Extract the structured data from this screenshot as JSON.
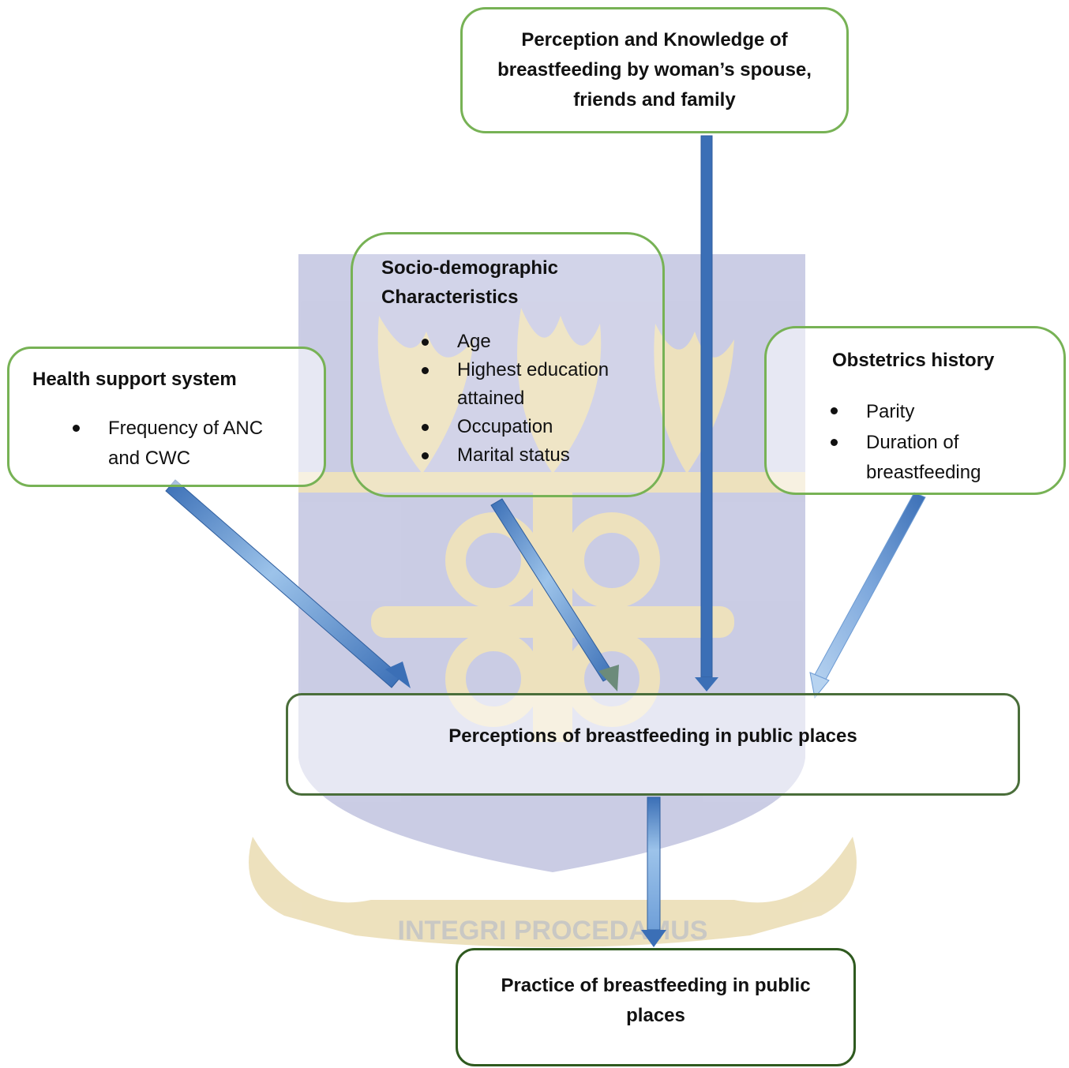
{
  "watermark": {
    "motto": "INTEGRI PROCEDAMUS"
  },
  "boxes": {
    "perception_knowledge": {
      "title": "Perception and Knowledge of breastfeeding by woman’s spouse, friends and family"
    },
    "socio_demographic": {
      "title": "Socio-demographic Characteristics",
      "items": [
        "Age",
        "Highest education attained",
        "Occupation",
        "Marital status"
      ]
    },
    "health_support": {
      "title": "Health support system",
      "items": [
        "Frequency of ANC and CWC"
      ]
    },
    "obstetrics": {
      "title": "Obstetrics history",
      "items": [
        "Parity",
        "Duration of breastfeeding"
      ]
    },
    "perceptions_public": {
      "title": "Perceptions of breastfeeding in public places"
    },
    "practice_public": {
      "title": "Practice of breastfeeding in public places"
    }
  },
  "colors": {
    "box_border_green": "#77b255",
    "box_border_dark_green": "#2f5a1f",
    "arrow_blue": "#3b6fb6",
    "arrow_light_blue": "#9cc3ea",
    "watermark_shield": "#b9bcdc",
    "watermark_gold": "#e7d7a8"
  }
}
